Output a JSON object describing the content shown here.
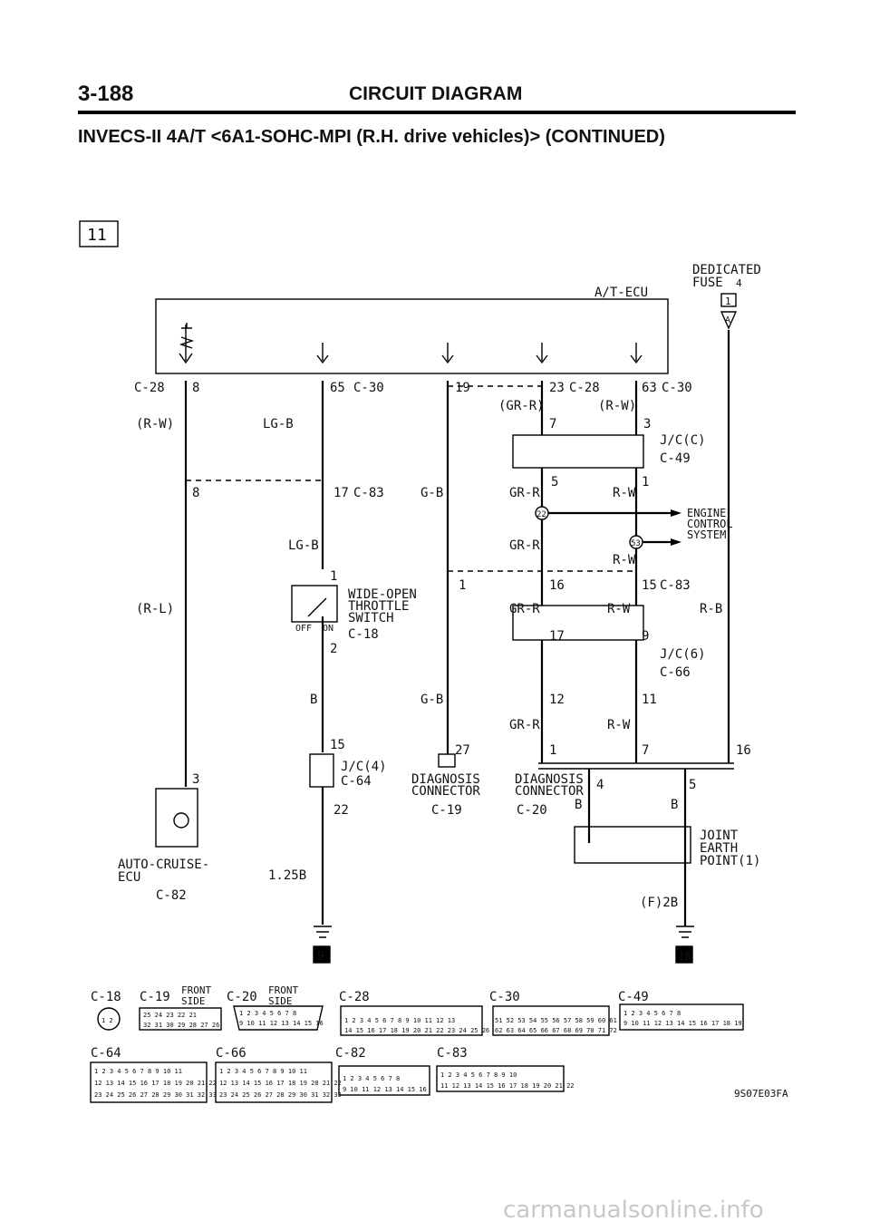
{
  "header": {
    "page_number": "3-188",
    "title": "CIRCUIT DIAGRAM",
    "subtitle": "INVECS-II 4A/T <6A1-SOHC-MPI (R.H. drive vehicles)> (CONTINUED)"
  },
  "diagram": {
    "sheet_number": "11",
    "components": {
      "ecu": "A/T-ECU",
      "dedicated_fuse_1": "DEDICATED",
      "dedicated_fuse_2": "FUSE",
      "dedicated_fuse_num": "4",
      "fuse_box_1": "1",
      "fuse_box_2": "A",
      "wot_1": "WIDE-OPEN",
      "wot_2": "THROTTLE",
      "wot_3": "SWITCH",
      "wot_off": "OFF",
      "wot_on": "ON",
      "jc_c": "J/C(C)",
      "jc_6": "J/C(6)",
      "jc_4": "J/C(4)",
      "engine_control_1": "ENGINE",
      "engine_control_2": "CONTROL",
      "engine_control_3": "SYSTEM",
      "auto_cruise_1": "AUTO-CRUISE-",
      "auto_cruise_2": "ECU",
      "diag_conn_1": "DIAGNOSIS",
      "diag_conn_2": "CONNECTOR",
      "joint_earth_1": "JOINT",
      "joint_earth_2": "EARTH",
      "joint_earth_3": "POINT(1)",
      "earth_9": "9",
      "earth_18": "18",
      "f_2b": "(F)2B",
      "code": "9S07E03FA"
    },
    "connectors": {
      "c28": "C-28",
      "c30": "C-30",
      "c83": "C-83",
      "c18": "C-18",
      "c49": "C-49",
      "c66": "C-66",
      "c64": "C-64",
      "c19": "C-19",
      "c20": "C-20",
      "c82": "C-82"
    },
    "wires": {
      "r_w": "(R-W)",
      "lg_b": "LG-B",
      "r_l": "(R-L)",
      "g_b": "G-B",
      "b": "B",
      "gr_r_paren": "(GR-R)",
      "gr_r": "GR-R",
      "r_w_plain": "R-W",
      "r_b": "R-B",
      "b_125": "1.25B"
    },
    "pins": {
      "p8": "8",
      "p65": "65",
      "p19": "19",
      "p23": "23",
      "p63": "63",
      "p7": "7",
      "p3": "3",
      "p5": "5",
      "p1": "1",
      "p17": "17",
      "p16": "16",
      "p15": "15",
      "p9": "9",
      "p12": "12",
      "p11": "11",
      "p2": "2",
      "p27": "27",
      "p4": "4",
      "p22": "22",
      "node22": "22",
      "node53": "53"
    },
    "legend": {
      "front_side_1": "FRONT",
      "front_side_2": "SIDE",
      "c18_pin": "1 2",
      "c19_row1": "25 24 23 22 21",
      "c19_row2": "32 31 30 29 28 27 26",
      "c20_row1": "1 2 3 4 5 6 7 8",
      "c20_row2": "9 10 11 12 13 14 15 16",
      "c28_row1": "1 2 3 4 5 6 7 8 9 10 11 12 13",
      "c28_row2": "14 15 16 17 18 19 20 21 22 23 24 25 26",
      "c30_row1": "51 52 53 54 55 56 57 58 59 60 61",
      "c30_row2": "62 63 64 65 66 67 68 69 70 71 72",
      "c49_row1": "1 2 3 4 5 6 7 8",
      "c49_row2": "9 10 11 12 13 14 15 16 17 18 19",
      "c64_row1": "1 2 3 4 5 6 7 8 9 10 11",
      "c64_row2": "12 13 14 15 16 17 18 19 20 21 22",
      "c64_row3": "23 24 25 26 27 28 29 30 31 32 33",
      "c82_row1": "1 2 3 4 5 6 7 8",
      "c82_row2": "9 10 11 12 13 14 15 16",
      "c83_row1": "1 2 3 4 5 6 7 8 9 10",
      "c83_row2": "11 12 13 14 15 16 17 18 19 20 21 22"
    }
  },
  "watermark": "carmanualsonline.info"
}
